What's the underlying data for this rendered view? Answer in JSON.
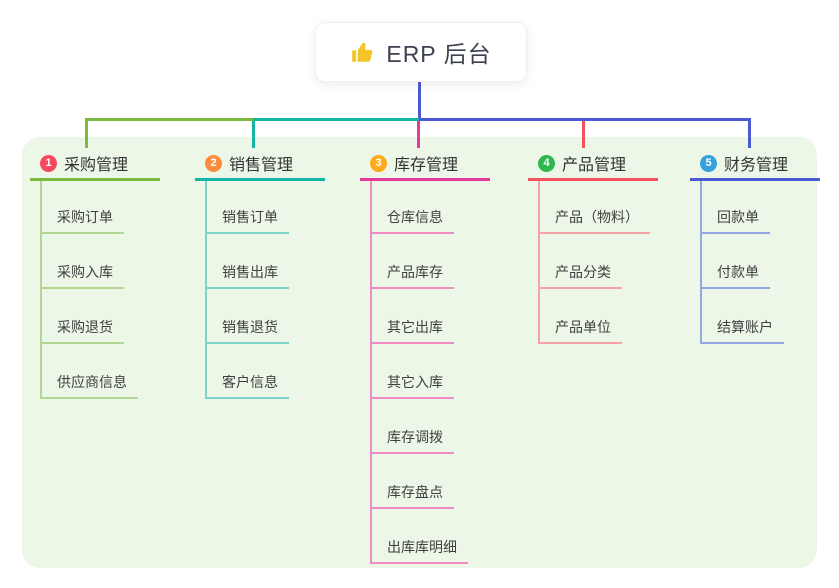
{
  "root_node": {
    "icon": "thumbs-up-icon",
    "icon_color": "#f5c427",
    "label": "ERP 后台"
  },
  "colors": {
    "canvas_bg": "#ffffff",
    "panel_bg": "#ecf7e8",
    "root_stem": "#4a5ad2",
    "heading_text": "#333333",
    "item_text": "#404040"
  },
  "branches": [
    {
      "badge": "1",
      "badge_color": "#f8485e",
      "title": "采购管理",
      "line_color": "#7cb93f",
      "sub_line_color": "#b3d893",
      "items": [
        "采购订单",
        "采购入库",
        "采购退货",
        "供应商信息"
      ]
    },
    {
      "badge": "2",
      "badge_color": "#fa8c3c",
      "title": "销售管理",
      "line_color": "#13b5a4",
      "sub_line_color": "#7fd2c7",
      "items": [
        "销售订单",
        "销售出库",
        "销售退货",
        "客户信息"
      ]
    },
    {
      "badge": "3",
      "badge_color": "#fbab19",
      "title": "库存管理",
      "line_color": "#e53a9a",
      "sub_line_color": "#f08cc5",
      "items": [
        "仓库信息",
        "产品库存",
        "其它出库",
        "其它入库",
        "库存调拨",
        "库存盘点",
        "出库库明细"
      ]
    },
    {
      "badge": "4",
      "badge_color": "#2eb84e",
      "title": "产品管理",
      "line_color": "#f4515c",
      "sub_line_color": "#f8a2a8",
      "items": [
        "产品（物料）",
        "产品分类",
        "产品单位"
      ]
    },
    {
      "badge": "5",
      "badge_color": "#36a0dd",
      "title": "财务管理",
      "line_color": "#4a5ad2",
      "sub_line_color": "#93a7e4",
      "items": [
        "回款单",
        "付款单",
        "结算账户"
      ]
    }
  ]
}
